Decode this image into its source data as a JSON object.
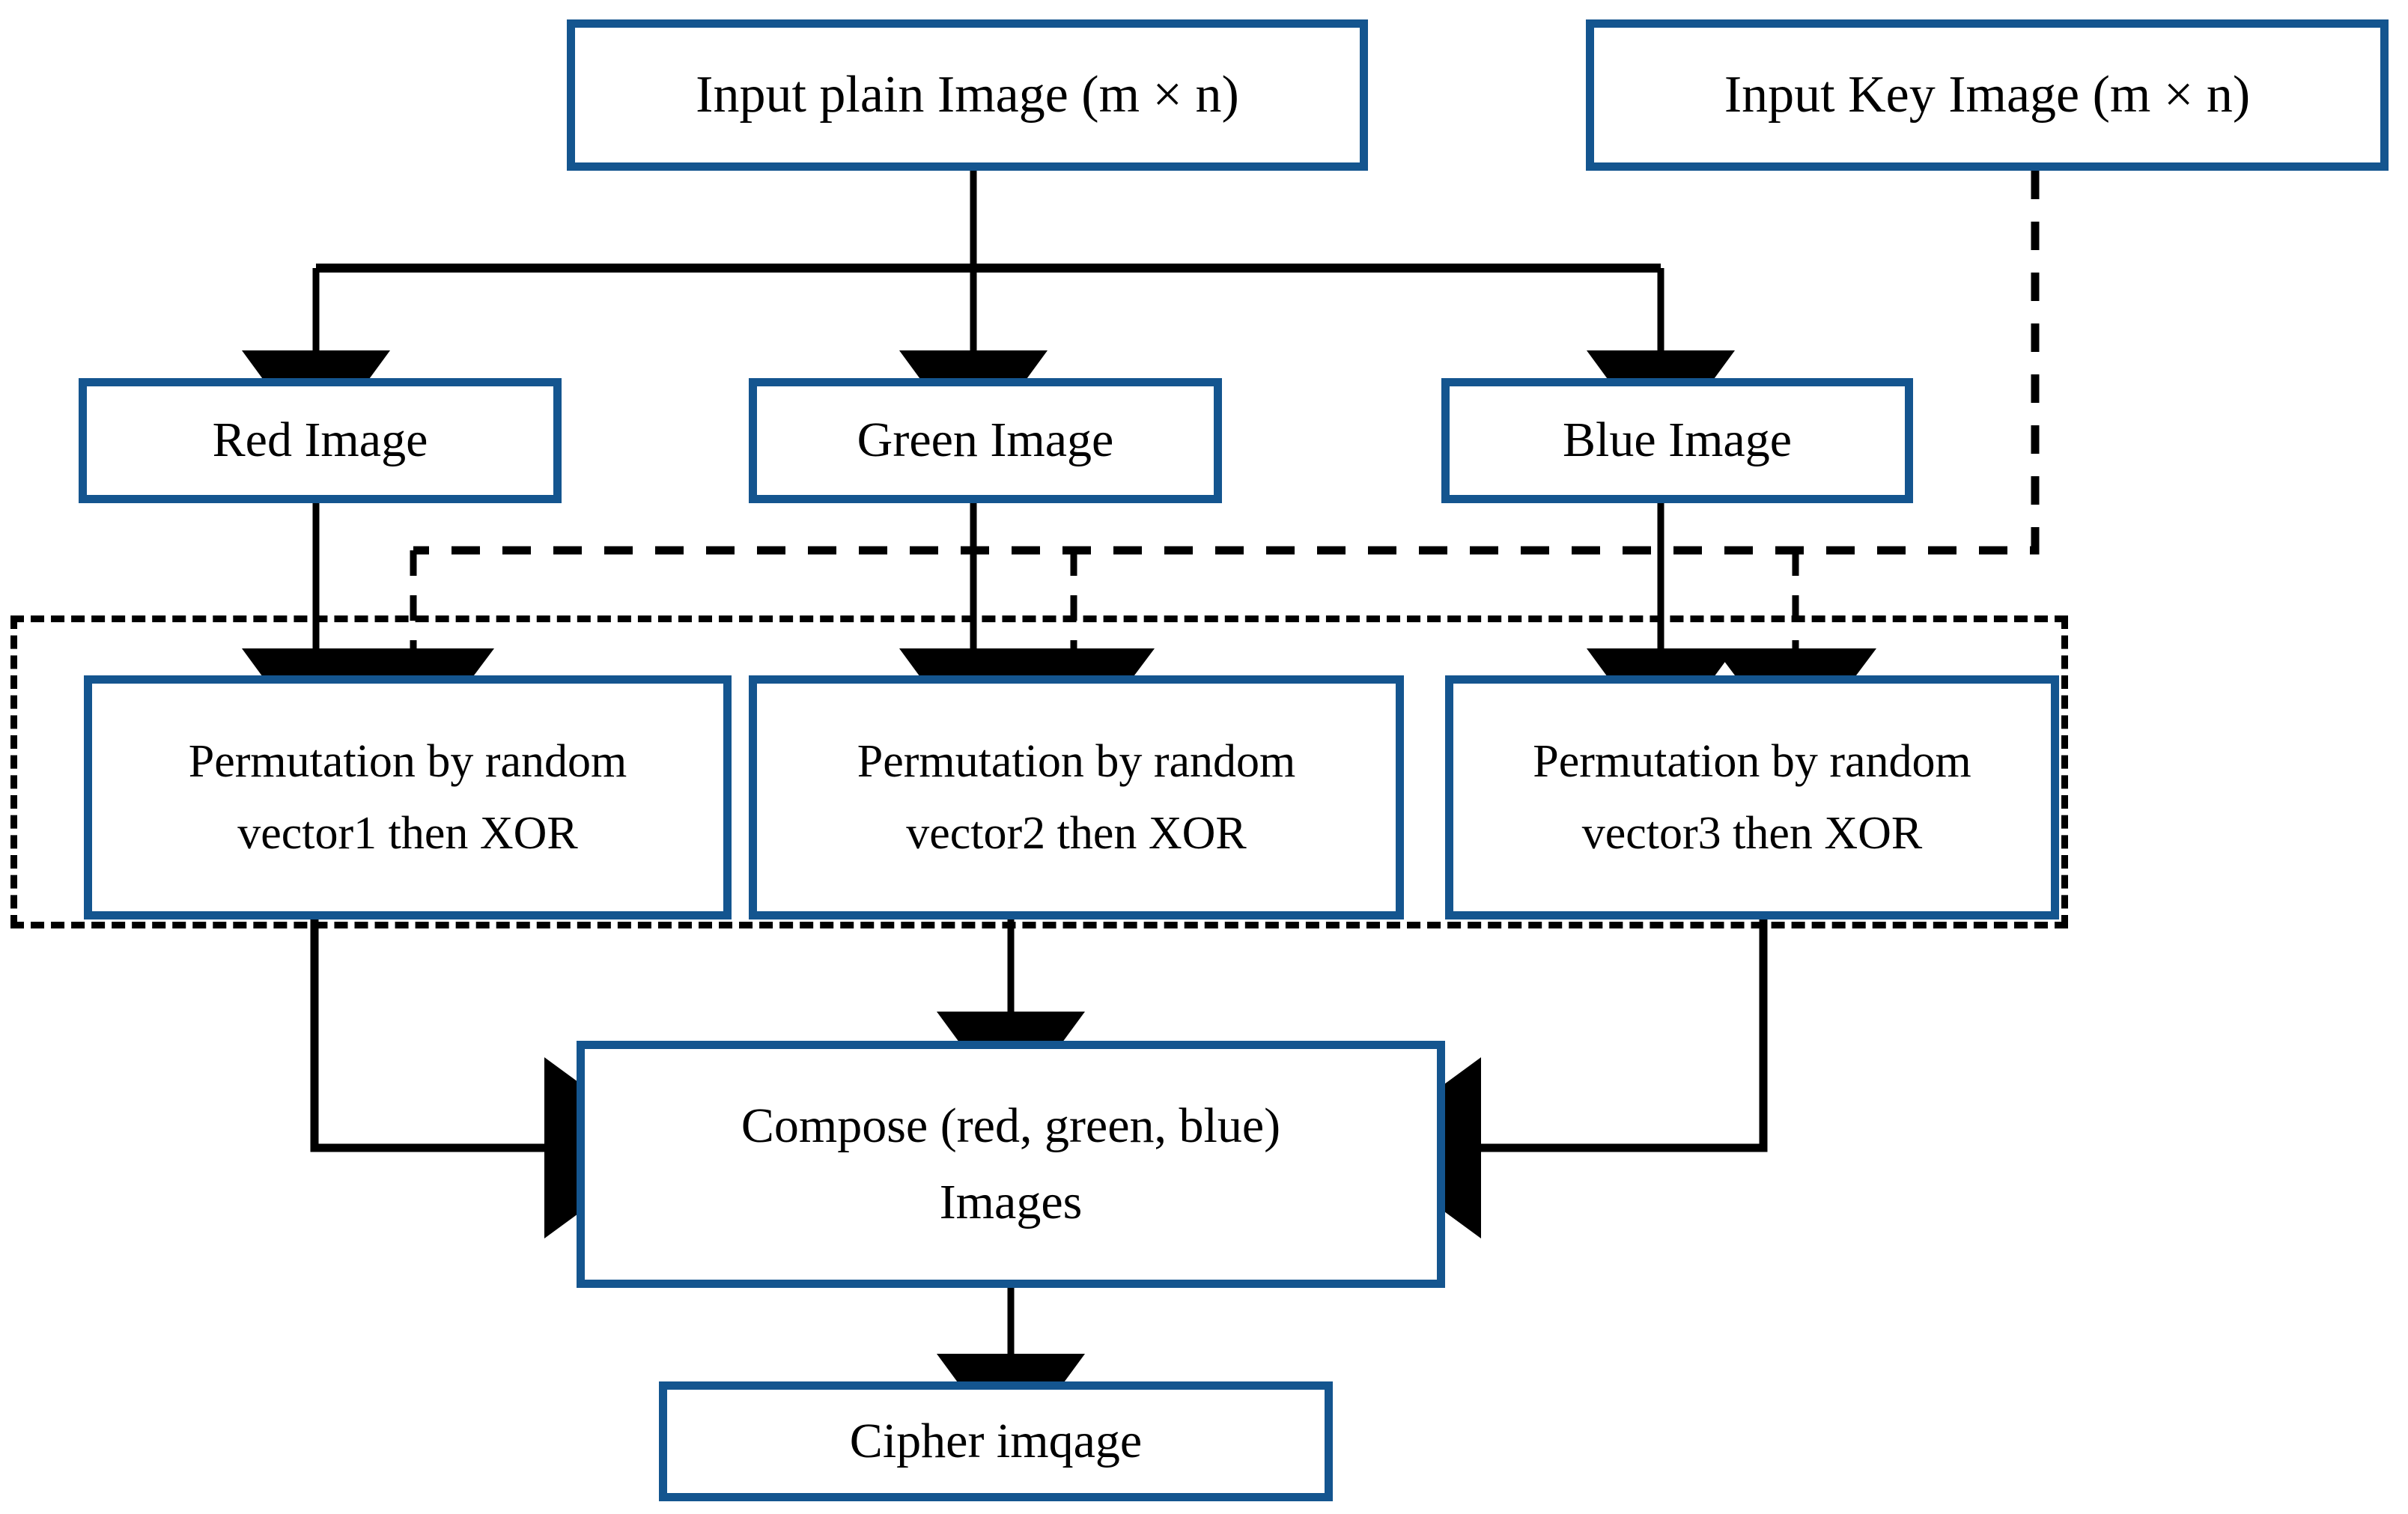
{
  "diagram": {
    "title": "RGB image encryption flowchart",
    "accent_color": "#14558f",
    "wire_color": "#000000",
    "nodes": {
      "input_plain": {
        "label": "Input plain Image (m × n)"
      },
      "input_key": {
        "label": "Input Key Image (m × n)"
      },
      "red_image": {
        "label": "Red Image"
      },
      "green_image": {
        "label": "Green Image"
      },
      "blue_image": {
        "label": "Blue Image"
      },
      "perm1": {
        "line1": "Permutation by random",
        "line2": "vector1 then XOR"
      },
      "perm2": {
        "line1": "Permutation by random",
        "line2": "vector2 then XOR"
      },
      "perm3": {
        "line1": "Permutation by random",
        "line2": "vector3 then XOR"
      },
      "compose": {
        "line1": "Compose (red, green, blue)",
        "line2": "Images"
      },
      "cipher": {
        "label": "Cipher imqage"
      }
    },
    "groups": {
      "permutation_stage": {
        "style": "dashed",
        "label": ""
      }
    },
    "edges": [
      {
        "from": "input_plain",
        "to": "red_image",
        "style": "solid"
      },
      {
        "from": "input_plain",
        "to": "green_image",
        "style": "solid"
      },
      {
        "from": "input_plain",
        "to": "blue_image",
        "style": "solid"
      },
      {
        "from": "red_image",
        "to": "perm1",
        "style": "solid"
      },
      {
        "from": "green_image",
        "to": "perm2",
        "style": "solid"
      },
      {
        "from": "blue_image",
        "to": "perm3",
        "style": "solid"
      },
      {
        "from": "input_key",
        "to": "perm1",
        "style": "dashed"
      },
      {
        "from": "input_key",
        "to": "perm2",
        "style": "dashed"
      },
      {
        "from": "input_key",
        "to": "perm3",
        "style": "dashed"
      },
      {
        "from": "perm1",
        "to": "compose",
        "style": "solid"
      },
      {
        "from": "perm2",
        "to": "compose",
        "style": "solid"
      },
      {
        "from": "perm3",
        "to": "compose",
        "style": "solid"
      },
      {
        "from": "compose",
        "to": "cipher",
        "style": "solid"
      }
    ]
  }
}
